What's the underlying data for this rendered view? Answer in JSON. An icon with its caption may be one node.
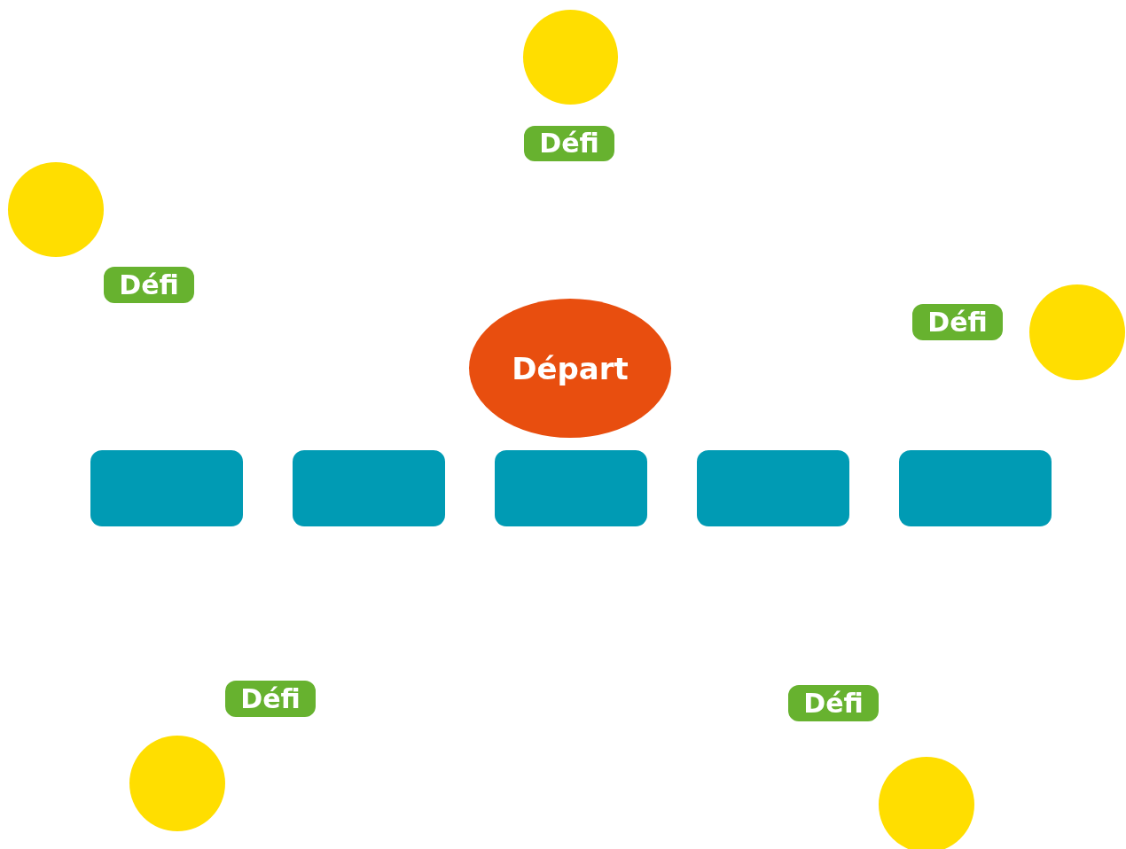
{
  "diagram": {
    "nodes": [
      {
        "text": [],
        "shape": "circle"
      },
      {
        "text": [
          "Défi"
        ]
      },
      {
        "text": [],
        "shape": "circle"
      },
      {
        "text": [
          "Défi"
        ]
      },
      {
        "text": [
          "Défi"
        ]
      },
      {
        "text": [],
        "shape": "circle"
      },
      {
        "text": [
          "Départ"
        ]
      },
      {
        "text": [],
        "shape": "box"
      },
      {
        "text": [],
        "shape": "box"
      },
      {
        "text": [],
        "shape": "box"
      },
      {
        "text": [],
        "shape": "box"
      },
      {
        "text": [],
        "shape": "box"
      },
      {
        "text": [
          "Défi"
        ]
      },
      {
        "text": [
          "Défi"
        ]
      },
      {
        "text": [],
        "shape": "circle"
      },
      {
        "text": [],
        "shape": "circle"
      }
    ]
  }
}
